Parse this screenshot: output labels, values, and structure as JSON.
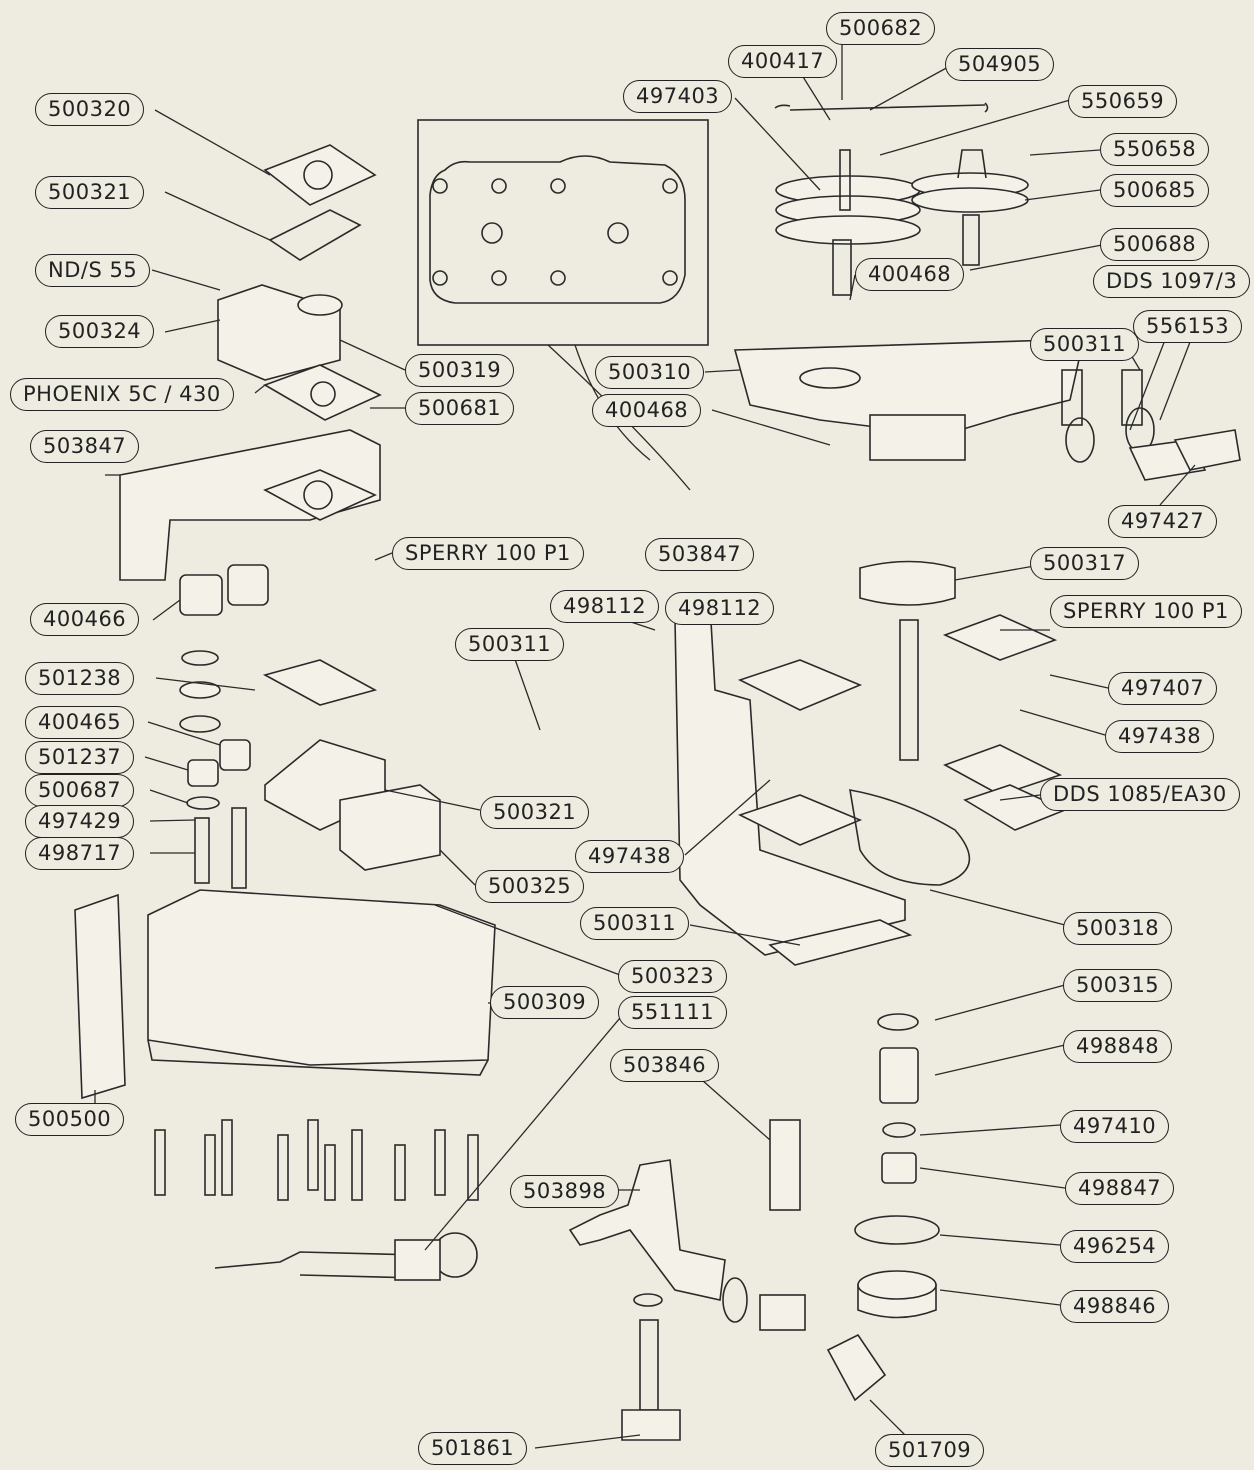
{
  "diagram": {
    "callouts": [
      {
        "id": "c1",
        "label": "500682"
      },
      {
        "id": "c2",
        "label": "400417"
      },
      {
        "id": "c3",
        "label": "504905"
      },
      {
        "id": "c4",
        "label": "497403"
      },
      {
        "id": "c5",
        "label": "550659"
      },
      {
        "id": "c6",
        "label": "500320"
      },
      {
        "id": "c7",
        "label": "550658"
      },
      {
        "id": "c8",
        "label": "500321"
      },
      {
        "id": "c9",
        "label": "500685"
      },
      {
        "id": "c10",
        "label": "500688"
      },
      {
        "id": "c11",
        "label": "ND/S 55"
      },
      {
        "id": "c12",
        "label": "400468"
      },
      {
        "id": "c13",
        "label": "DDS 1097/3"
      },
      {
        "id": "c14",
        "label": "500324"
      },
      {
        "id": "c15",
        "label": "500311"
      },
      {
        "id": "c16",
        "label": "556153"
      },
      {
        "id": "c17",
        "label": "500319"
      },
      {
        "id": "c18",
        "label": "500310"
      },
      {
        "id": "c19",
        "label": "PHOENIX 5C / 430"
      },
      {
        "id": "c20",
        "label": "500681"
      },
      {
        "id": "c21",
        "label": "400468"
      },
      {
        "id": "c22",
        "label": "503847"
      },
      {
        "id": "c23",
        "label": "497427"
      },
      {
        "id": "c24",
        "label": "SPERRY 100 P1"
      },
      {
        "id": "c25",
        "label": "503847"
      },
      {
        "id": "c26",
        "label": "500317"
      },
      {
        "id": "c27",
        "label": "498112"
      },
      {
        "id": "c28",
        "label": "498112"
      },
      {
        "id": "c29",
        "label": "400466"
      },
      {
        "id": "c30",
        "label": "SPERRY 100 P1"
      },
      {
        "id": "c31",
        "label": "500311"
      },
      {
        "id": "c32",
        "label": "501238"
      },
      {
        "id": "c33",
        "label": "497407"
      },
      {
        "id": "c34",
        "label": "400465"
      },
      {
        "id": "c35",
        "label": "497438"
      },
      {
        "id": "c36",
        "label": "501237"
      },
      {
        "id": "c37",
        "label": "500687"
      },
      {
        "id": "c38",
        "label": "DDS 1085/EA30"
      },
      {
        "id": "c39",
        "label": "500321"
      },
      {
        "id": "c40",
        "label": "497429"
      },
      {
        "id": "c41",
        "label": "497438"
      },
      {
        "id": "c42",
        "label": "498717"
      },
      {
        "id": "c43",
        "label": "500325"
      },
      {
        "id": "c44",
        "label": "500318"
      },
      {
        "id": "c45",
        "label": "500311"
      },
      {
        "id": "c46",
        "label": "500323"
      },
      {
        "id": "c47",
        "label": "500309"
      },
      {
        "id": "c48",
        "label": "551111"
      },
      {
        "id": "c49",
        "label": "500315"
      },
      {
        "id": "c50",
        "label": "498848"
      },
      {
        "id": "c51",
        "label": "503846"
      },
      {
        "id": "c52",
        "label": "500500"
      },
      {
        "id": "c53",
        "label": "497410"
      },
      {
        "id": "c54",
        "label": "503898"
      },
      {
        "id": "c55",
        "label": "498847"
      },
      {
        "id": "c56",
        "label": "496254"
      },
      {
        "id": "c57",
        "label": "498846"
      },
      {
        "id": "c58",
        "label": "501861"
      },
      {
        "id": "c59",
        "label": "501709"
      }
    ]
  }
}
